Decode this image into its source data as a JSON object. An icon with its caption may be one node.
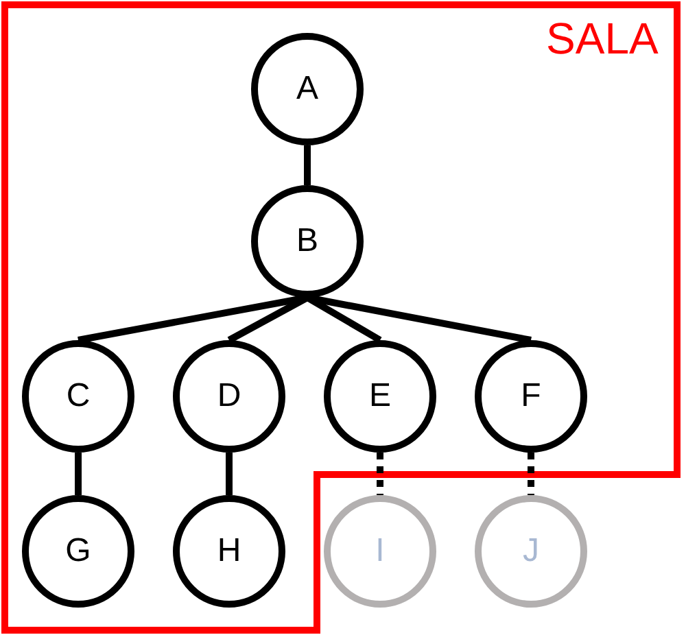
{
  "diagram": {
    "nodes": [
      {
        "text": [
          "SALA"
        ]
      },
      {
        "text": [
          "A"
        ],
        "in": 0
      },
      {
        "text": [
          "B"
        ],
        "in": 0
      },
      {
        "text": [
          "C"
        ],
        "in": 0
      },
      {
        "text": [
          "D"
        ],
        "in": 0
      },
      {
        "text": [
          "E"
        ],
        "in": 0
      },
      {
        "text": [
          "F"
        ],
        "in": 0
      },
      {
        "text": [
          "G"
        ],
        "in": 0
      },
      {
        "text": [
          "H"
        ],
        "in": 0
      },
      {
        "text": [
          "I"
        ]
      },
      {
        "text": [
          "J"
        ]
      }
    ],
    "edges": [
      {
        "from": 1,
        "to": 2,
        "arrow": "none"
      },
      {
        "from": 2,
        "to": 3,
        "arrow": "none"
      },
      {
        "from": 2,
        "to": 4,
        "arrow": "none"
      },
      {
        "from": 2,
        "to": 5,
        "arrow": "none"
      },
      {
        "from": 2,
        "to": 6,
        "arrow": "none"
      },
      {
        "from": 3,
        "to": 7,
        "arrow": "none"
      },
      {
        "from": 4,
        "to": 8,
        "arrow": "none"
      },
      {
        "from": 5,
        "to": 9,
        "arrow": "none",
        "style": "dashed"
      },
      {
        "from": 6,
        "to": 10,
        "arrow": "none",
        "style": "dashed"
      }
    ]
  }
}
